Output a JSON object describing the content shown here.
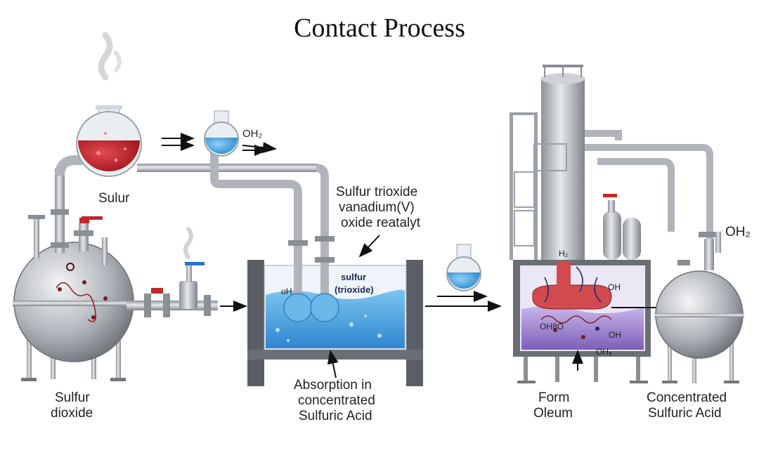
{
  "title": "Contact Process",
  "labels": {
    "sulfur_flask": "Sulur",
    "sulfur_dioxide_line1": "Sulfur",
    "sulfur_dioxide_line2": "dioxide",
    "oh2_top": "OH₂",
    "catalyst_line1": "Sulfur trioxide",
    "catalyst_line2": "vanadium(V)",
    "catalyst_line3": "oxide reatalyt",
    "tank_sulfur": "sulfur",
    "tank_trioxide": "(trioxide)",
    "tank_oh": "ʊH",
    "absorption_line1": "Absorption in",
    "absorption_line2": "concentrated",
    "absorption_line3": "Sulfuric Acid",
    "oleum_h": "H₂",
    "oleum_oh_right": "OH",
    "oleum_ohso": "OH8O",
    "oleum_oh_lower": "OH",
    "oleum_oh_bottom": "OH₈",
    "form_line1": "Form",
    "form_line2": "Oleum",
    "oh2_right": "OH₂",
    "conc_line1": "Concentrated",
    "conc_line2": "Sulfuric Acid"
  },
  "colors": {
    "steel": "#b8bcc2",
    "steel_dark": "#7d828a",
    "liquid_blue": "#4aa3e0",
    "liquid_red": "#c9252c",
    "oleum_purple": "#9d7fc9",
    "valve_red": "#c0282a",
    "valve_blue": "#2a6fc9"
  }
}
